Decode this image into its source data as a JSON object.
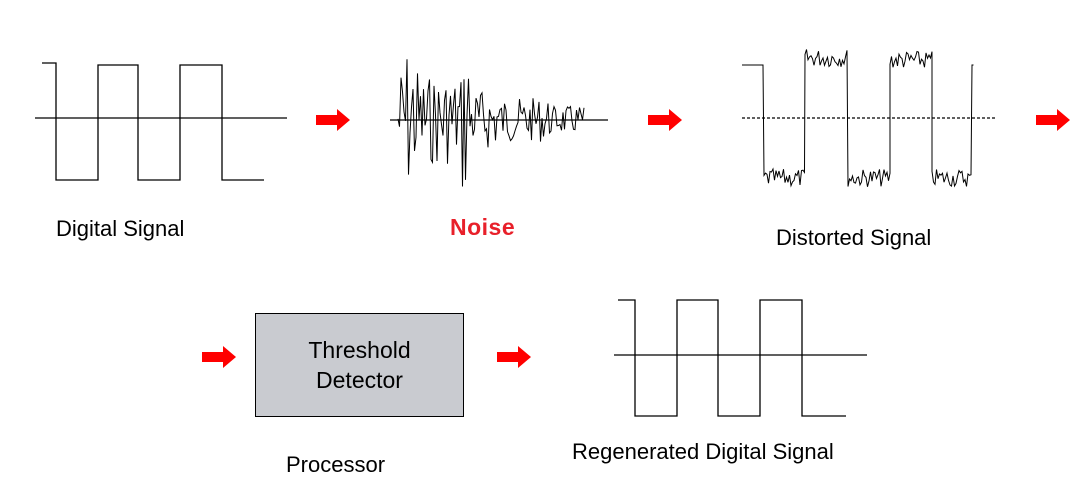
{
  "colors": {
    "arrow": "#ff0000",
    "noise_label": "#e8202a",
    "processor_box": "#c9cbd0",
    "line": "#000000"
  },
  "icons": {
    "arrow": "right-arrow-icon"
  },
  "labels": {
    "digital_signal": "Digital Signal",
    "noise": "Noise",
    "distorted_signal": "Distorted Signal",
    "processor": "Processor",
    "regenerated_signal": "Regenerated Digital Signal"
  },
  "processor_box": {
    "line1": "Threshold",
    "line2": "Detector"
  }
}
